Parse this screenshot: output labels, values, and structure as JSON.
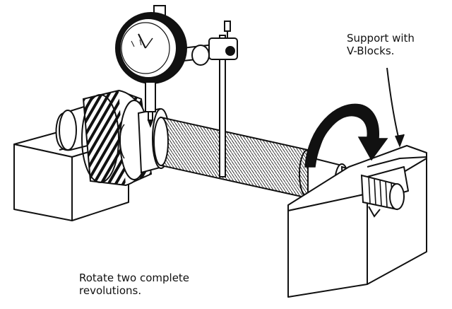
{
  "callouts": {
    "support": [
      "Support with",
      "V-Blocks."
    ],
    "rotate": [
      "Rotate two complete",
      "revolutions."
    ]
  },
  "components": {
    "dial_indicator": "dial-indicator-icon",
    "magnetic_stand": "magnetic-stand-icon",
    "helical_gear": "helical-gear-icon",
    "splined_shaft": "splined-shaft-icon",
    "threaded_end": "threaded-shaft-end-icon",
    "v_block_left": "v-block-icon",
    "v_block_right": "v-block-icon",
    "rotation_arrow": "curved-rotation-arrow-icon"
  },
  "colors": {
    "ink": "#111111",
    "paper": "#ffffff"
  }
}
